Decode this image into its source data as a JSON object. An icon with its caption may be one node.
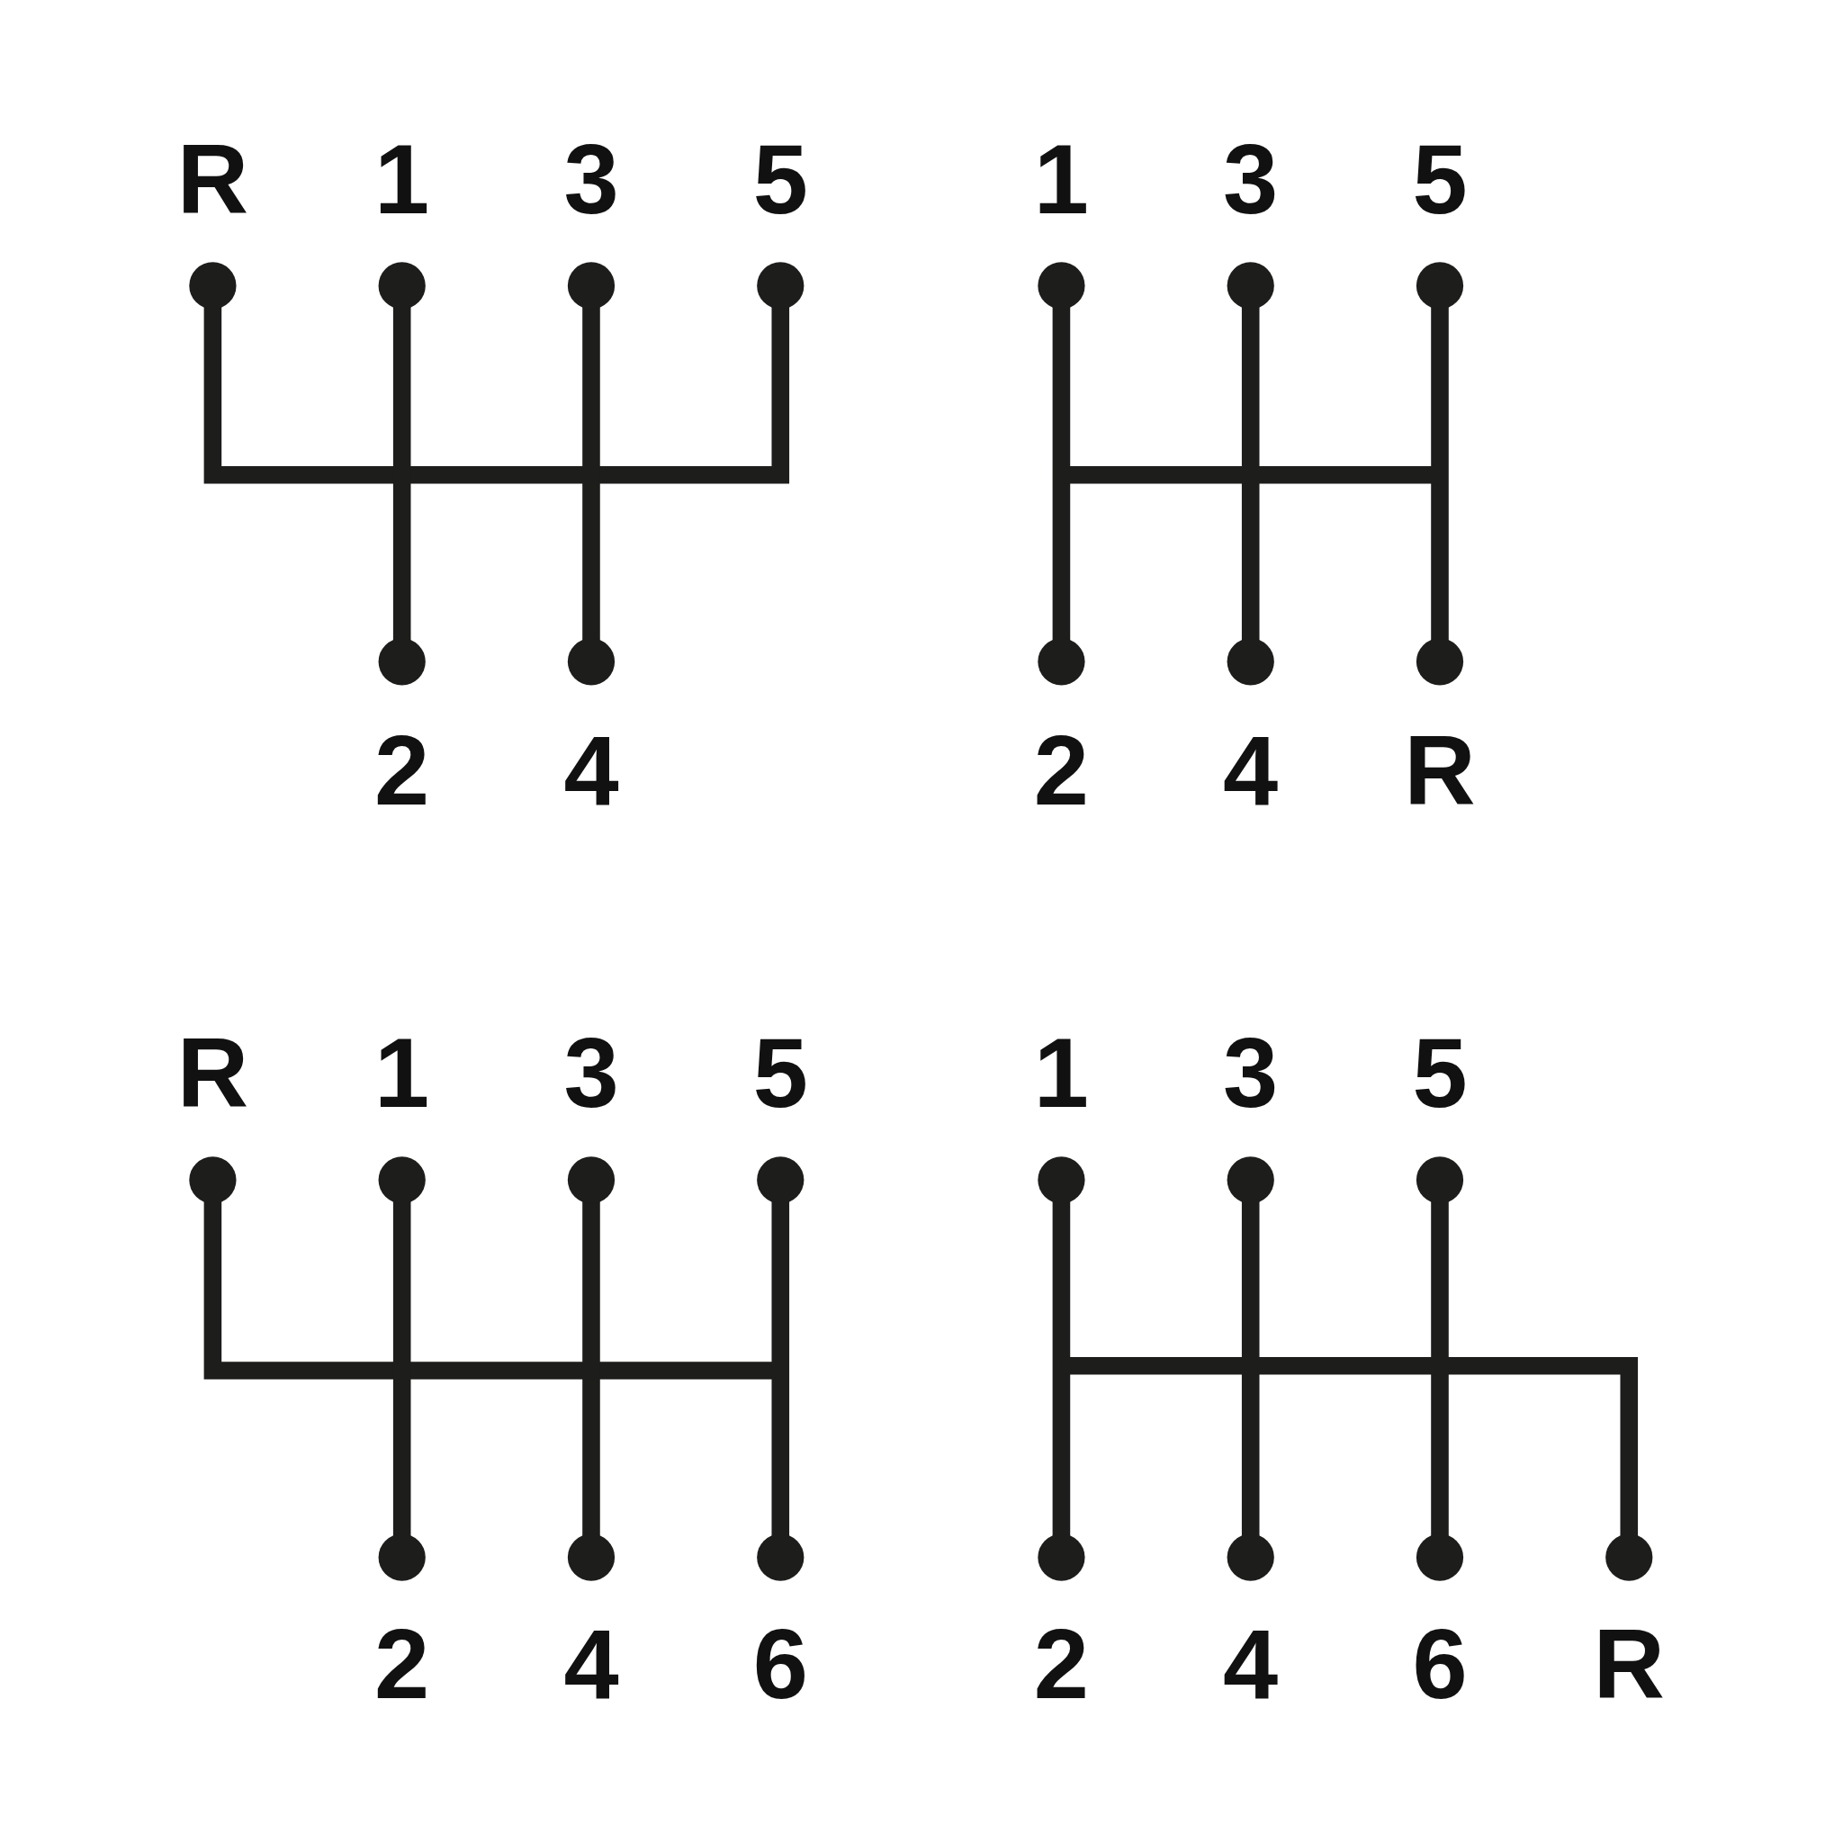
{
  "diagram": {
    "labels": [
      "R",
      "1",
      "3",
      "5",
      "1",
      "3",
      "5",
      "2",
      "4",
      "2",
      "4",
      "R",
      "R",
      "1",
      "3",
      "5",
      "1",
      "3",
      "5",
      "2",
      "4",
      "6",
      "2",
      "4",
      "6",
      "R"
    ]
  }
}
